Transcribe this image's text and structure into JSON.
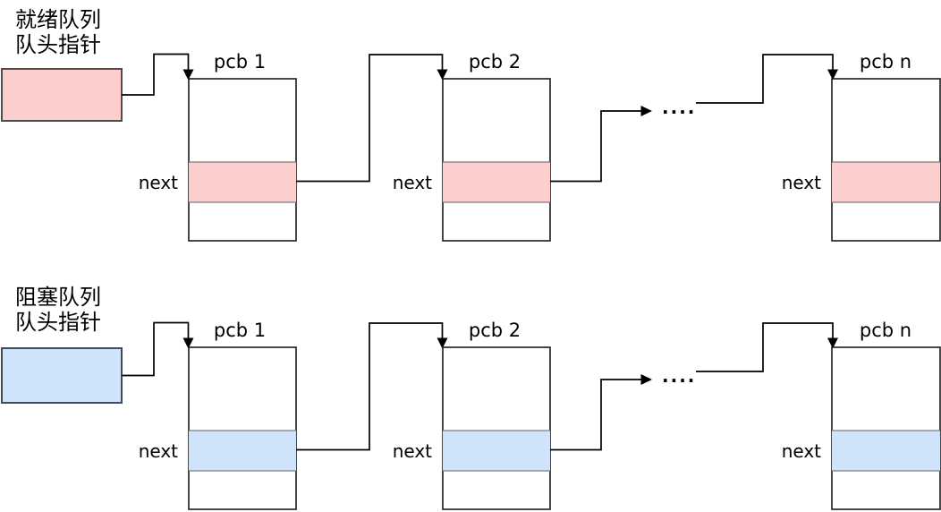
{
  "diagram": {
    "colors": {
      "ready_fill": "#fdcece",
      "blocked_fill": "#cfe3fb",
      "ready_pointer_border": "#514b4b",
      "blocked_pointer_border": "#424a56",
      "box_border": "#1a1a1a",
      "next_row_border": "#7d7d7d",
      "line_color": "#000000"
    },
    "queues": [
      {
        "name": "ready",
        "label_line1": "就绪队列",
        "label_line2": "队头指针",
        "dots": "....",
        "nodes": [
          {
            "title": "pcb 1",
            "next_label": "next"
          },
          {
            "title": "pcb 2",
            "next_label": "next"
          },
          {
            "title": "pcb n",
            "next_label": "next"
          }
        ]
      },
      {
        "name": "blocked",
        "label_line1": "阻塞队列",
        "label_line2": "队头指针",
        "dots": "....",
        "nodes": [
          {
            "title": "pcb 1",
            "next_label": "next"
          },
          {
            "title": "pcb 2",
            "next_label": "next"
          },
          {
            "title": "pcb n",
            "next_label": "next"
          }
        ]
      }
    ]
  }
}
